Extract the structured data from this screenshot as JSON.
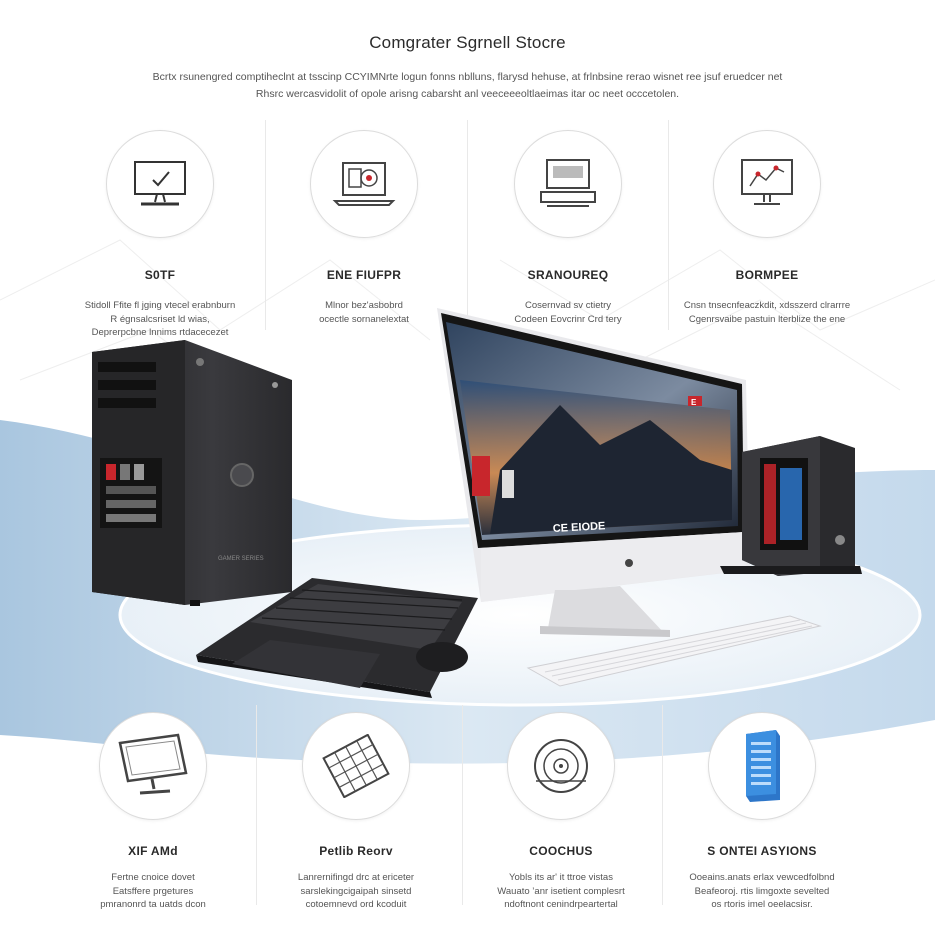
{
  "page": {
    "title": "Comgrater Sgrnell Stocre",
    "intro_line1": "Bcrtx rsunengred comptiheclnt at tsscinp CCYIMNrte logun fonns nblluns, flarysd hehuse, at frlnbsine rerao wisnet ree jsuf eruedcer net",
    "intro_line2": "Rhsrc wercasvidolit of opole arisng cabarsht anl veeceeeoltlaeimas itar oc neet occcetolen."
  },
  "features_top": [
    {
      "heading": "S0TF",
      "desc": [
        "Stidoll Ffite fl jging vtecel erabnburn",
        "R égnsalcsriset ld wias,",
        "Deprerpcbne lnnims rtdacecezet"
      ],
      "icon": "monitor-check-icon"
    },
    {
      "heading": "ENE FIUFPR",
      "desc": [
        "Mlnor bez'asbobrd",
        "ocectle sornanelextat"
      ],
      "icon": "laptop-disc-icon"
    },
    {
      "heading": "SRANOUREQ",
      "desc": [
        "Cosernvad sv ctietry",
        "Codeen Eovcrinr Crd tery"
      ],
      "icon": "printer-icon"
    },
    {
      "heading": "BORMPEE",
      "desc": [
        "Cnsn tnsecnfeaczkdit, xdsszerd clrarrre",
        "Cgenrsvaibe pastuin lterblize the ene"
      ],
      "icon": "monitor-chart-icon"
    }
  ],
  "features_bottom": [
    {
      "heading": "XIF AMd",
      "desc": [
        "Fertne cnoice dovet",
        "Eatsffere prgetures",
        "pmranonrd ta uatds dcon"
      ],
      "icon": "display-icon"
    },
    {
      "heading": "Petlib Reorv",
      "desc": [
        "Lanrernifingd drc at ericeter",
        "sarslekingcigaipah sinsetd",
        "cotoemnevd ord kcoduit"
      ],
      "icon": "keypad-icon"
    },
    {
      "heading": "COOCHUS",
      "desc": [
        "Yobls its ar' it ttroe vistas",
        "Wauato ’anr isetient complesrt",
        "ndoftnont cenindrpeartertal"
      ],
      "icon": "disc-drive-icon"
    },
    {
      "heading": "S ONTEI ASYIONS",
      "desc": [
        "Ooeains.anats erlax vewcedfolbnd",
        "Beafeoroj. rtis limgoxte sevelted",
        "os rtoris imel oeelacsisr."
      ],
      "icon": "server-chip-icon"
    }
  ],
  "hero": {
    "screen_caption": "CE EIODE",
    "screen_badge": "E",
    "tower_brand": "GAMER SERIES"
  },
  "colors": {
    "wave_blue": "#cfe0ef",
    "wave_dark": "#a9c6df",
    "tower": "#2d2d30",
    "accent_red": "#c8262c",
    "accent_blue": "#2d76c9"
  }
}
